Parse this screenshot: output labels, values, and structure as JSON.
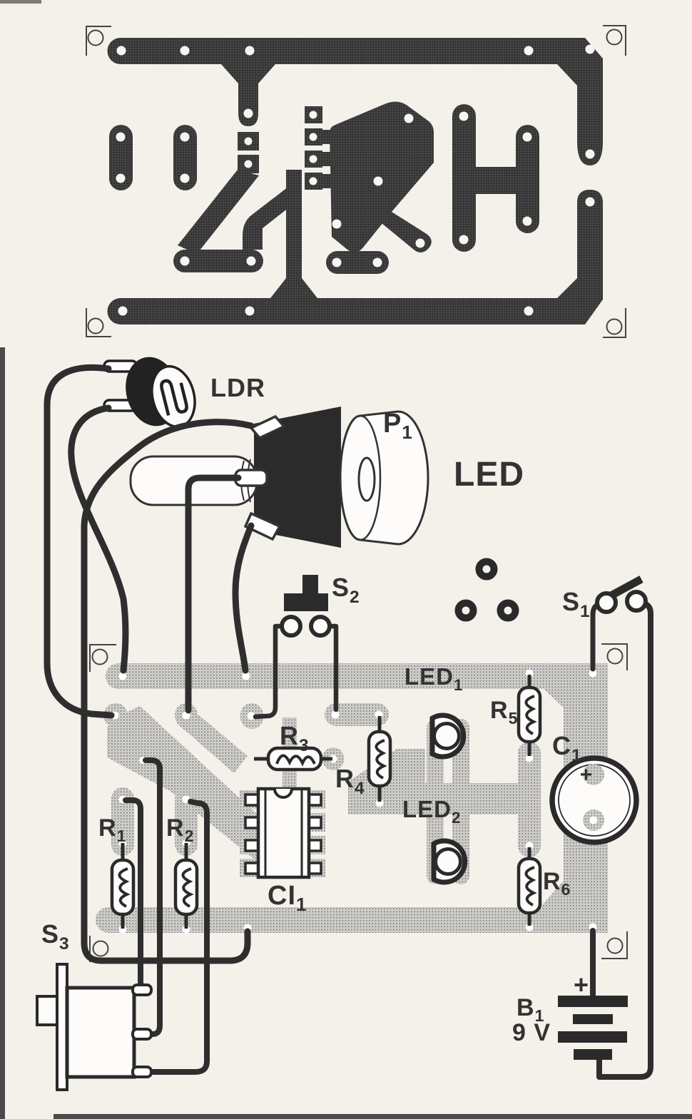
{
  "diagram": {
    "type": "pcb-layout-and-component-assembly",
    "labels": {
      "ldr": {
        "base": "LDR",
        "sub": ""
      },
      "p1": {
        "base": "P",
        "sub": "1"
      },
      "led_note": {
        "base": "LED",
        "sub": ""
      },
      "s2": {
        "base": "S",
        "sub": "2"
      },
      "s1": {
        "base": "S",
        "sub": "1"
      },
      "led1": {
        "base": "LED",
        "sub": "1"
      },
      "r5": {
        "base": "R",
        "sub": "5"
      },
      "c1": {
        "base": "C",
        "sub": "1"
      },
      "r3": {
        "base": "R",
        "sub": "3"
      },
      "r4": {
        "base": "R",
        "sub": "4"
      },
      "led2": {
        "base": "LED",
        "sub": "2"
      },
      "ci1": {
        "base": "CI",
        "sub": "1"
      },
      "r1": {
        "base": "R",
        "sub": "1"
      },
      "r2": {
        "base": "R",
        "sub": "2"
      },
      "r6": {
        "base": "R",
        "sub": "6"
      },
      "s3": {
        "base": "S",
        "sub": "3"
      },
      "b1": {
        "base": "B",
        "sub": "1"
      },
      "b1_voltage": "9 V",
      "b1_polarity": "+",
      "c1_polarity": "+"
    },
    "colors": {
      "copper_trace": "#3c3c3c",
      "component_side_trace": "#bcbcbc",
      "wire": "#2e2e2e",
      "paper": "#f4f1ea",
      "ink": "#333333"
    }
  }
}
